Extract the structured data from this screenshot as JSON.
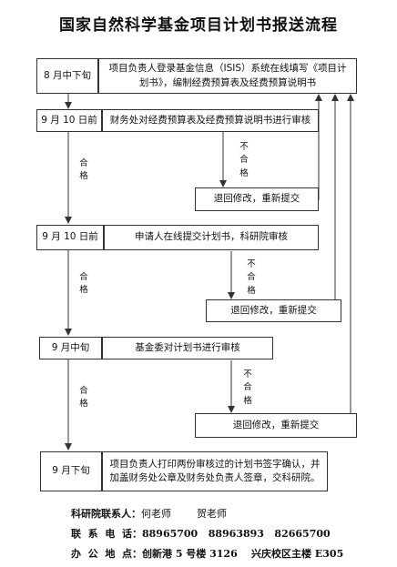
{
  "title": "国家自然科学基金项目计划书报送流程",
  "steps": [
    {
      "time": "8 月中下旬",
      "desc": "项目负责人登录基金信息（ISIS）系统在线填写《项目计划书》，编制经费预算表及经费预算说明书"
    },
    {
      "time": "9 月 10 日前",
      "desc": "财务处对经费预算表及经费预算说明书进行审核"
    },
    {
      "time": "9 月 10 日前",
      "desc": "申请人在线提交计划书，科研院审核"
    },
    {
      "time": "9 月中旬",
      "desc": "基金委对计划书进行审核"
    },
    {
      "time": "9 月下旬",
      "desc": "项目负责人打印两份审核过的计划书签字确认，并加盖财务处公章及财务处负责人签章，交科研院。"
    }
  ],
  "labels": {
    "pass": "合格",
    "fail": "不合格"
  },
  "rejects": [
    "退回修改，重新提交",
    "退回修改，重新提交",
    "退回修改，重新提交"
  ],
  "footer": {
    "contact_label": "科研院联系人：",
    "contacts": "何老师        贺老师",
    "phone_label": "联  系  电  话：",
    "phones": "88965700   88963893   82665700",
    "address_label": "办  公  地  点：",
    "address": "创新港 5 号楼 3126    兴庆校区主楼 E305"
  }
}
